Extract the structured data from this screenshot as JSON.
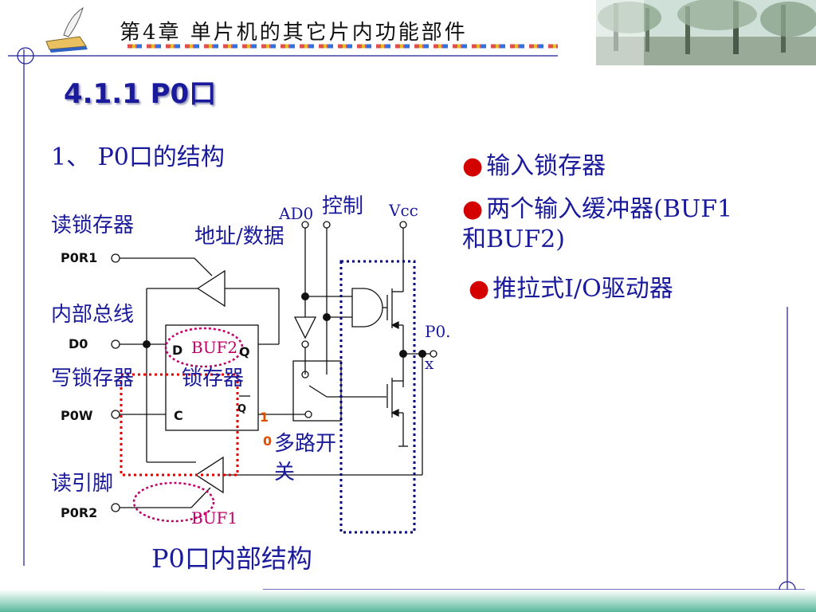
{
  "header": {
    "title": "第4章  单片机的其它片内功能部件"
  },
  "section_title": "4.1.1  P0口",
  "subheading": "1、 P0口的结构",
  "bullets": [
    "输入锁存器",
    "两个输入缓冲器(BUF1",
    "和BUF2)",
    "推拉式I/O驱动器"
  ],
  "diagram": {
    "labels": {
      "read_latch": "读锁存器",
      "internal_bus": "内部总线",
      "write_latch": "写锁存器",
      "read_pin": "读引脚",
      "latch": "锁存器",
      "addr_data": "地址/数据",
      "ad0": "AD0",
      "control": "控制",
      "vcc": "Vcc",
      "mux_line1": "多路开",
      "mux_line2": "关",
      "p0x_line1": "P0.",
      "p0x_line2": "x",
      "buf1": "BUF1",
      "buf2": "BUF2",
      "mux_1": "1",
      "mux_0": "0"
    },
    "pins": {
      "p0r1": "P0R1",
      "d0": "D0",
      "p0w": "P0W",
      "p0r2": "P0R2"
    },
    "latch_pins": {
      "d": "D",
      "q": "Q",
      "c": "C",
      "qbar": "Q"
    }
  },
  "caption": "P0口内部结构",
  "colors": {
    "title_blue": "#1a1a9c",
    "bullet_red": "#d40000",
    "dotted_red": "#e00000",
    "dotted_blue": "#000080",
    "ellipse_magenta": "#c0006a"
  }
}
